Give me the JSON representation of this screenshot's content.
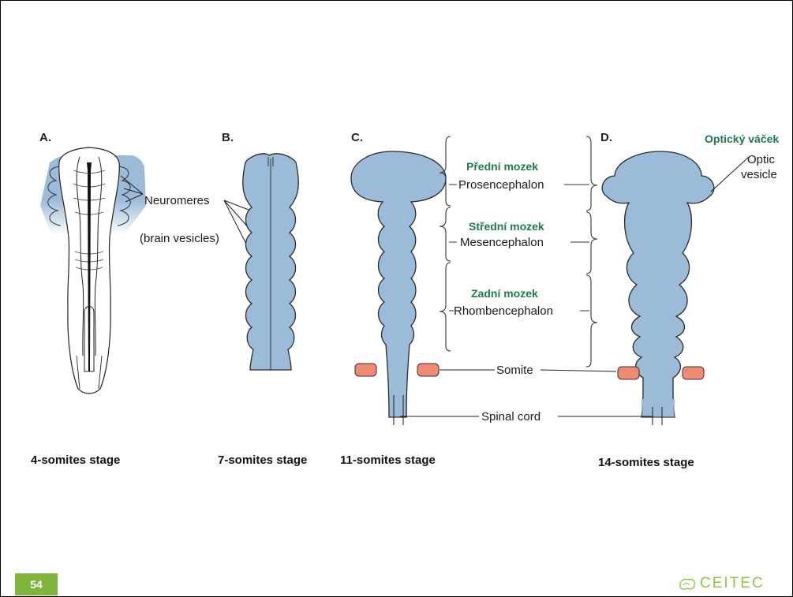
{
  "panels": {
    "A": {
      "letter": "A.",
      "stage": "4-somites stage"
    },
    "B": {
      "letter": "B.",
      "stage": "7-somites stage"
    },
    "C": {
      "letter": "C.",
      "stage": "11-somites stage"
    },
    "D": {
      "letter": "D.",
      "stage": "14-somites stage"
    }
  },
  "labels": {
    "neuromeres": "Neuromeres",
    "brain_vesicles": "(brain vesicles)",
    "predni_mozek": "Přední mozek",
    "prosencephalon": "Prosencephalon",
    "stredni_mozek": "Střední mozek",
    "mesencephalon": "Mesencephalon",
    "zadni_mozek": "Zadní mozek",
    "rhombencephalon": "Rhombencephalon",
    "opticky_vacek": "Optický váček",
    "optic": "Optic",
    "vesicle": "vesicle",
    "somite": "Somite",
    "spinal_cord": "Spinal cord"
  },
  "footer": {
    "page_number": "54",
    "logo_text": "CEITEC"
  },
  "colors": {
    "tissue": "#9bbbd9",
    "tissue_edge": "#2a2a2a",
    "somite": "#f08a72",
    "czech_label": "#1e7a4a",
    "badge": "#7fb53a",
    "logo": "#8ec63f"
  }
}
